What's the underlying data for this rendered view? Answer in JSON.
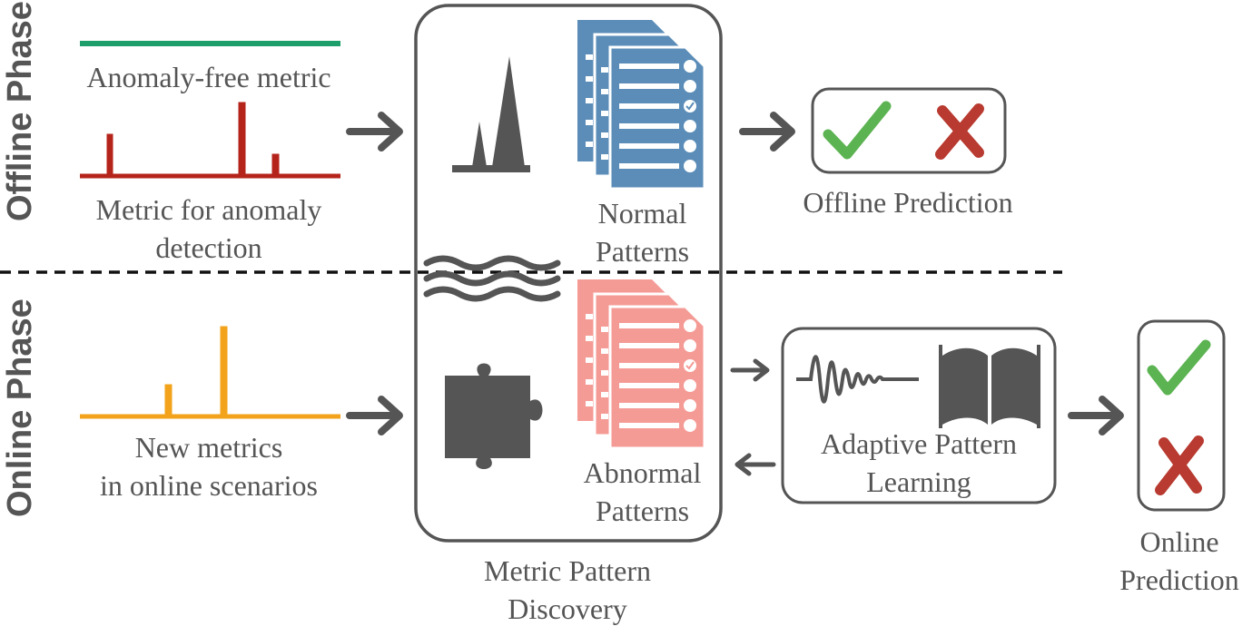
{
  "phases": {
    "offline": "Offline Phase",
    "online": "Online Phase"
  },
  "labels": {
    "anomaly_free": "Anomaly-free metric",
    "metric_detection_1": "Metric for anomaly",
    "metric_detection_2": "detection",
    "new_metrics_1": "New metrics",
    "new_metrics_2": "in online scenarios",
    "normal_1": "Normal",
    "normal_2": "Patterns",
    "abnormal_1": "Abnormal",
    "abnormal_2": "Patterns",
    "discovery_1": "Metric Pattern",
    "discovery_2": "Discovery",
    "offline_prediction": "Offline Prediction",
    "adaptive_1": "Adaptive Pattern",
    "adaptive_2": "Learning",
    "online_prediction_1": "Online",
    "online_prediction_2": "Prediction"
  },
  "colors": {
    "green_line": "#1e9e6a",
    "red_line": "#b5241b",
    "orange_line": "#f2a31b",
    "normal_doc": "#5b8db8",
    "abnormal_doc": "#f59b96",
    "check": "#5cb352",
    "cross": "#b83a30",
    "icon_gray": "#555555"
  },
  "icons": [
    "arrow-right-icon",
    "spike-icon",
    "wave-icon",
    "puzzle-icon",
    "document-checklist-icon",
    "check-icon",
    "cross-icon",
    "signal-icon",
    "book-icon"
  ]
}
